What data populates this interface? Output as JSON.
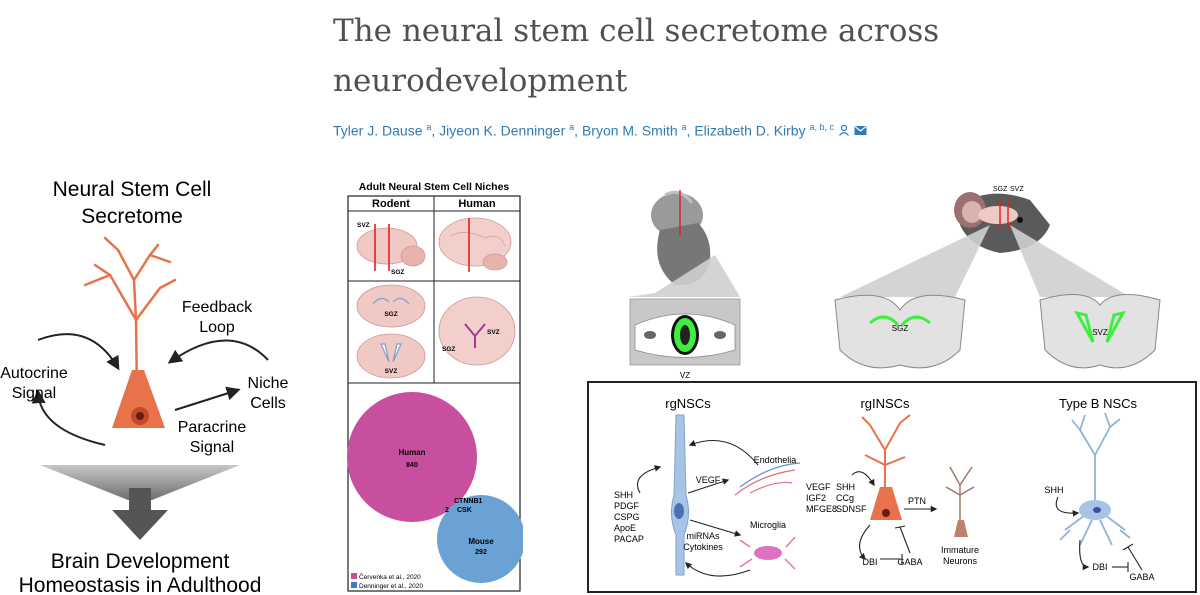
{
  "header": {
    "title_line1": "The neural stem cell secretome across",
    "title_line2": "neurodevelopment",
    "authors": [
      {
        "name": "Tyler J. Dause",
        "aff": "a"
      },
      {
        "name": "Jiyeon K. Denninger",
        "aff": "a"
      },
      {
        "name": "Bryon M. Smith",
        "aff": "a"
      },
      {
        "name": "Elizabeth D. Kirby",
        "aff": "a, b, c"
      }
    ]
  },
  "panel_left": {
    "title_line1": "Neural Stem Cell",
    "title_line2": "Secretome",
    "feedback_line1": "Feedback",
    "feedback_line2": "Loop",
    "autocrine_line1": "Autocrine",
    "autocrine_line2": "Signal",
    "niche_line1": "Niche",
    "niche_line2": "Cells",
    "paracrine_line1": "Paracrine",
    "paracrine_line2": "Signal",
    "bottom_line1": "Brain Development",
    "bottom_line2": "Homeostasis in Adulthood"
  },
  "panel_middle": {
    "title": "Adult Neural Stem Cell Niches",
    "col_rodent": "Rodent",
    "col_human": "Human",
    "svz": "SVZ",
    "sgz": "SGZ",
    "venn_human_label": "Human",
    "venn_human_count": "840",
    "venn_mouse_label": "Mouse",
    "venn_mouse_count": "292",
    "venn_overlap_count": "2",
    "venn_overlap_genes_1": "CTNNB1",
    "venn_overlap_genes_2": "CSK",
    "legend": [
      {
        "label": "Červenka et al., 2020",
        "color": "#c84f9f"
      },
      {
        "label": "Denninger et al., 2020",
        "color": "#3c7fc0"
      }
    ]
  },
  "panel_right": {
    "sgz": "SGZ",
    "svz": "SVZ",
    "vz": "VZ",
    "box": {
      "col1_title": "rgNSCs",
      "col2_title": "rgINSCs",
      "col3_title": "Type B NSCs",
      "col1_factors": [
        "SHH",
        "PDGF",
        "CSPG",
        "ApoE",
        "PACAP"
      ],
      "endothelia": "Endothelia",
      "vegf": "VEGF",
      "microglia": "Microglia",
      "mirnas": "miRNAs",
      "cytokines": "Cytokines",
      "col2_factors_a": [
        "VEGF",
        "IGF2",
        "MFGE8"
      ],
      "col2_factors_b": [
        "SHH",
        "CCg",
        "SDNSF"
      ],
      "ptn": "PTN",
      "dbi": "DBI",
      "gaba": "GABA",
      "immature_line1": "Immature",
      "immature_line2": "Neurons",
      "shh": "SHH"
    }
  },
  "colors": {
    "title": "#505050",
    "author_link": "#2e7ab5",
    "neuron_orange": "#e8734a",
    "venn_human": "#c84f9f",
    "venn_mouse": "#6aa2d6",
    "niche_green": "#3df03d",
    "rg_blue": "#8fb3d9"
  }
}
